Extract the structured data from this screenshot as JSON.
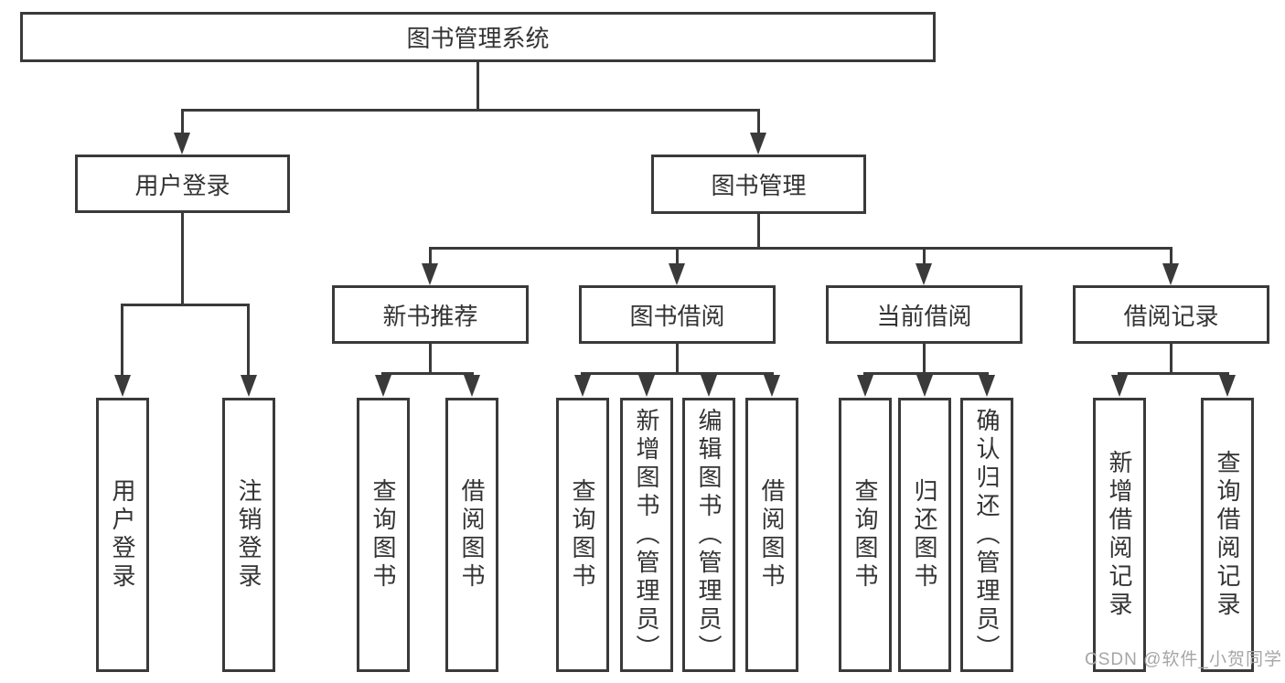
{
  "diagram": {
    "root": {
      "label": "图书管理系统"
    },
    "level2": [
      {
        "label": "用户登录"
      },
      {
        "label": "图书管理"
      }
    ],
    "level3": [
      {
        "label": "新书推荐"
      },
      {
        "label": "图书借阅"
      },
      {
        "label": "当前借阅"
      },
      {
        "label": "借阅记录"
      }
    ],
    "groups": [
      {
        "parent": "用户登录",
        "leaves": [
          "用户登录",
          "注销登录"
        ]
      },
      {
        "parent": "新书推荐",
        "leaves": [
          "查询图书",
          "借阅图书"
        ]
      },
      {
        "parent": "图书借阅",
        "leaves": [
          "查询图书",
          "新增图书（管理员）",
          "编辑图书（管理员）",
          "借阅图书"
        ]
      },
      {
        "parent": "当前借阅",
        "leaves": [
          "查询图书",
          "归还图书",
          "确认归还（管理员）"
        ]
      },
      {
        "parent": "借阅记录",
        "leaves": [
          "新增借阅记录",
          "查询借阅记录"
        ]
      }
    ]
  },
  "watermark": {
    "text": "CSDN @软件_小贺同学"
  },
  "colors": {
    "line": "#3a3a3a",
    "text": "#333333",
    "watermark": "#a6a6a6",
    "background": "#ffffff"
  }
}
